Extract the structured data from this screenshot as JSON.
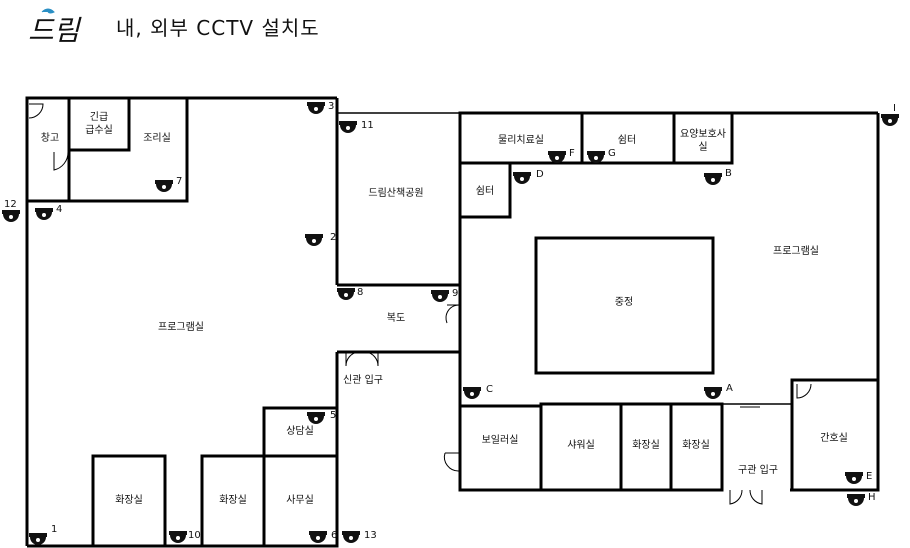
{
  "header": {
    "logo_text": "드림",
    "title": "내, 외부  CCTV 설치도"
  },
  "rooms": {
    "storage": "창고",
    "emergency_1": "긴급",
    "emergency_2": "급수실",
    "kitchen": "조리실",
    "dream_walk": "드림산책공원",
    "program_left": "프로그램실",
    "corridor": "복도",
    "new_entrance": "신관 입구",
    "counsel": "상담실",
    "office": "사무실",
    "toilet_1": "화장실",
    "toilet_2": "화장실",
    "physio": "물리치료실",
    "rest_1": "쉼터",
    "caregiver_1": "요양보호사",
    "caregiver_2": "실",
    "rest_2": "쉼터",
    "program_right": "프로그램실",
    "center": "중정",
    "boiler": "보일러실",
    "shower": "샤워실",
    "toilet_3": "화장실",
    "toilet_4": "화장실",
    "old_entrance": "구관 입구",
    "nurse": "간호실"
  },
  "cameras": [
    "1",
    "2",
    "3",
    "4",
    "5",
    "6",
    "7",
    "8",
    "9",
    "10",
    "11",
    "12",
    "13",
    "A",
    "B",
    "C",
    "D",
    "E",
    "F",
    "G",
    "H",
    "I"
  ],
  "colors": {
    "line": "#000000",
    "camera": "#111111"
  }
}
